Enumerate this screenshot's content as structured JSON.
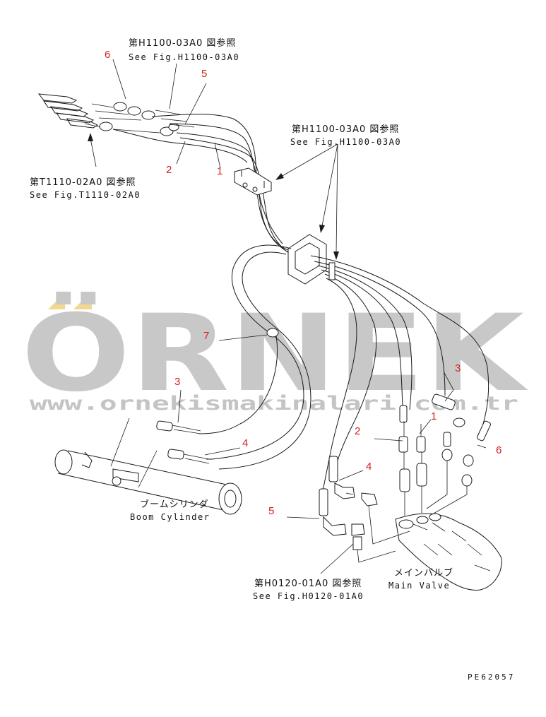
{
  "watermark": {
    "brand": "ÖRNEK",
    "url": "www.ornekismakinalari.com.tr"
  },
  "references": {
    "top_left_jp": "第H1100-03A0 図参照",
    "top_left_en": "See Fig.H1100-03A0",
    "top_right_jp": "第H1100-03A0 図参照",
    "top_right_en": "See Fig.H1100-03A0",
    "left_jp": "第T1110-02A0 図参照",
    "left_en": "See Fig.T1110-02A0",
    "bottom_jp": "第H0120-01A0 図参照",
    "bottom_en": "See Fig.H0120-01A0"
  },
  "components": {
    "boom_cylinder_jp": "ブームシリンダ",
    "boom_cylinder_en": "Boom Cylinder",
    "main_valve_jp": "メインバルブ",
    "main_valve_en": "Main Valve"
  },
  "part_numbers": {
    "p6_top": "6",
    "p5_top": "5",
    "p2_top": "2",
    "p1_top": "1",
    "p7": "7",
    "p3_left": "3",
    "p4_left": "4",
    "p3_right": "3",
    "p1_right": "1",
    "p2_right": "2",
    "p4_right": "4",
    "p6_right": "6",
    "p5_bottom": "5"
  },
  "drawing_code": "PE62057",
  "colors": {
    "part_label": "#d42020",
    "watermark": "#c8c8c8",
    "watermark_accent": "#f0d890"
  }
}
